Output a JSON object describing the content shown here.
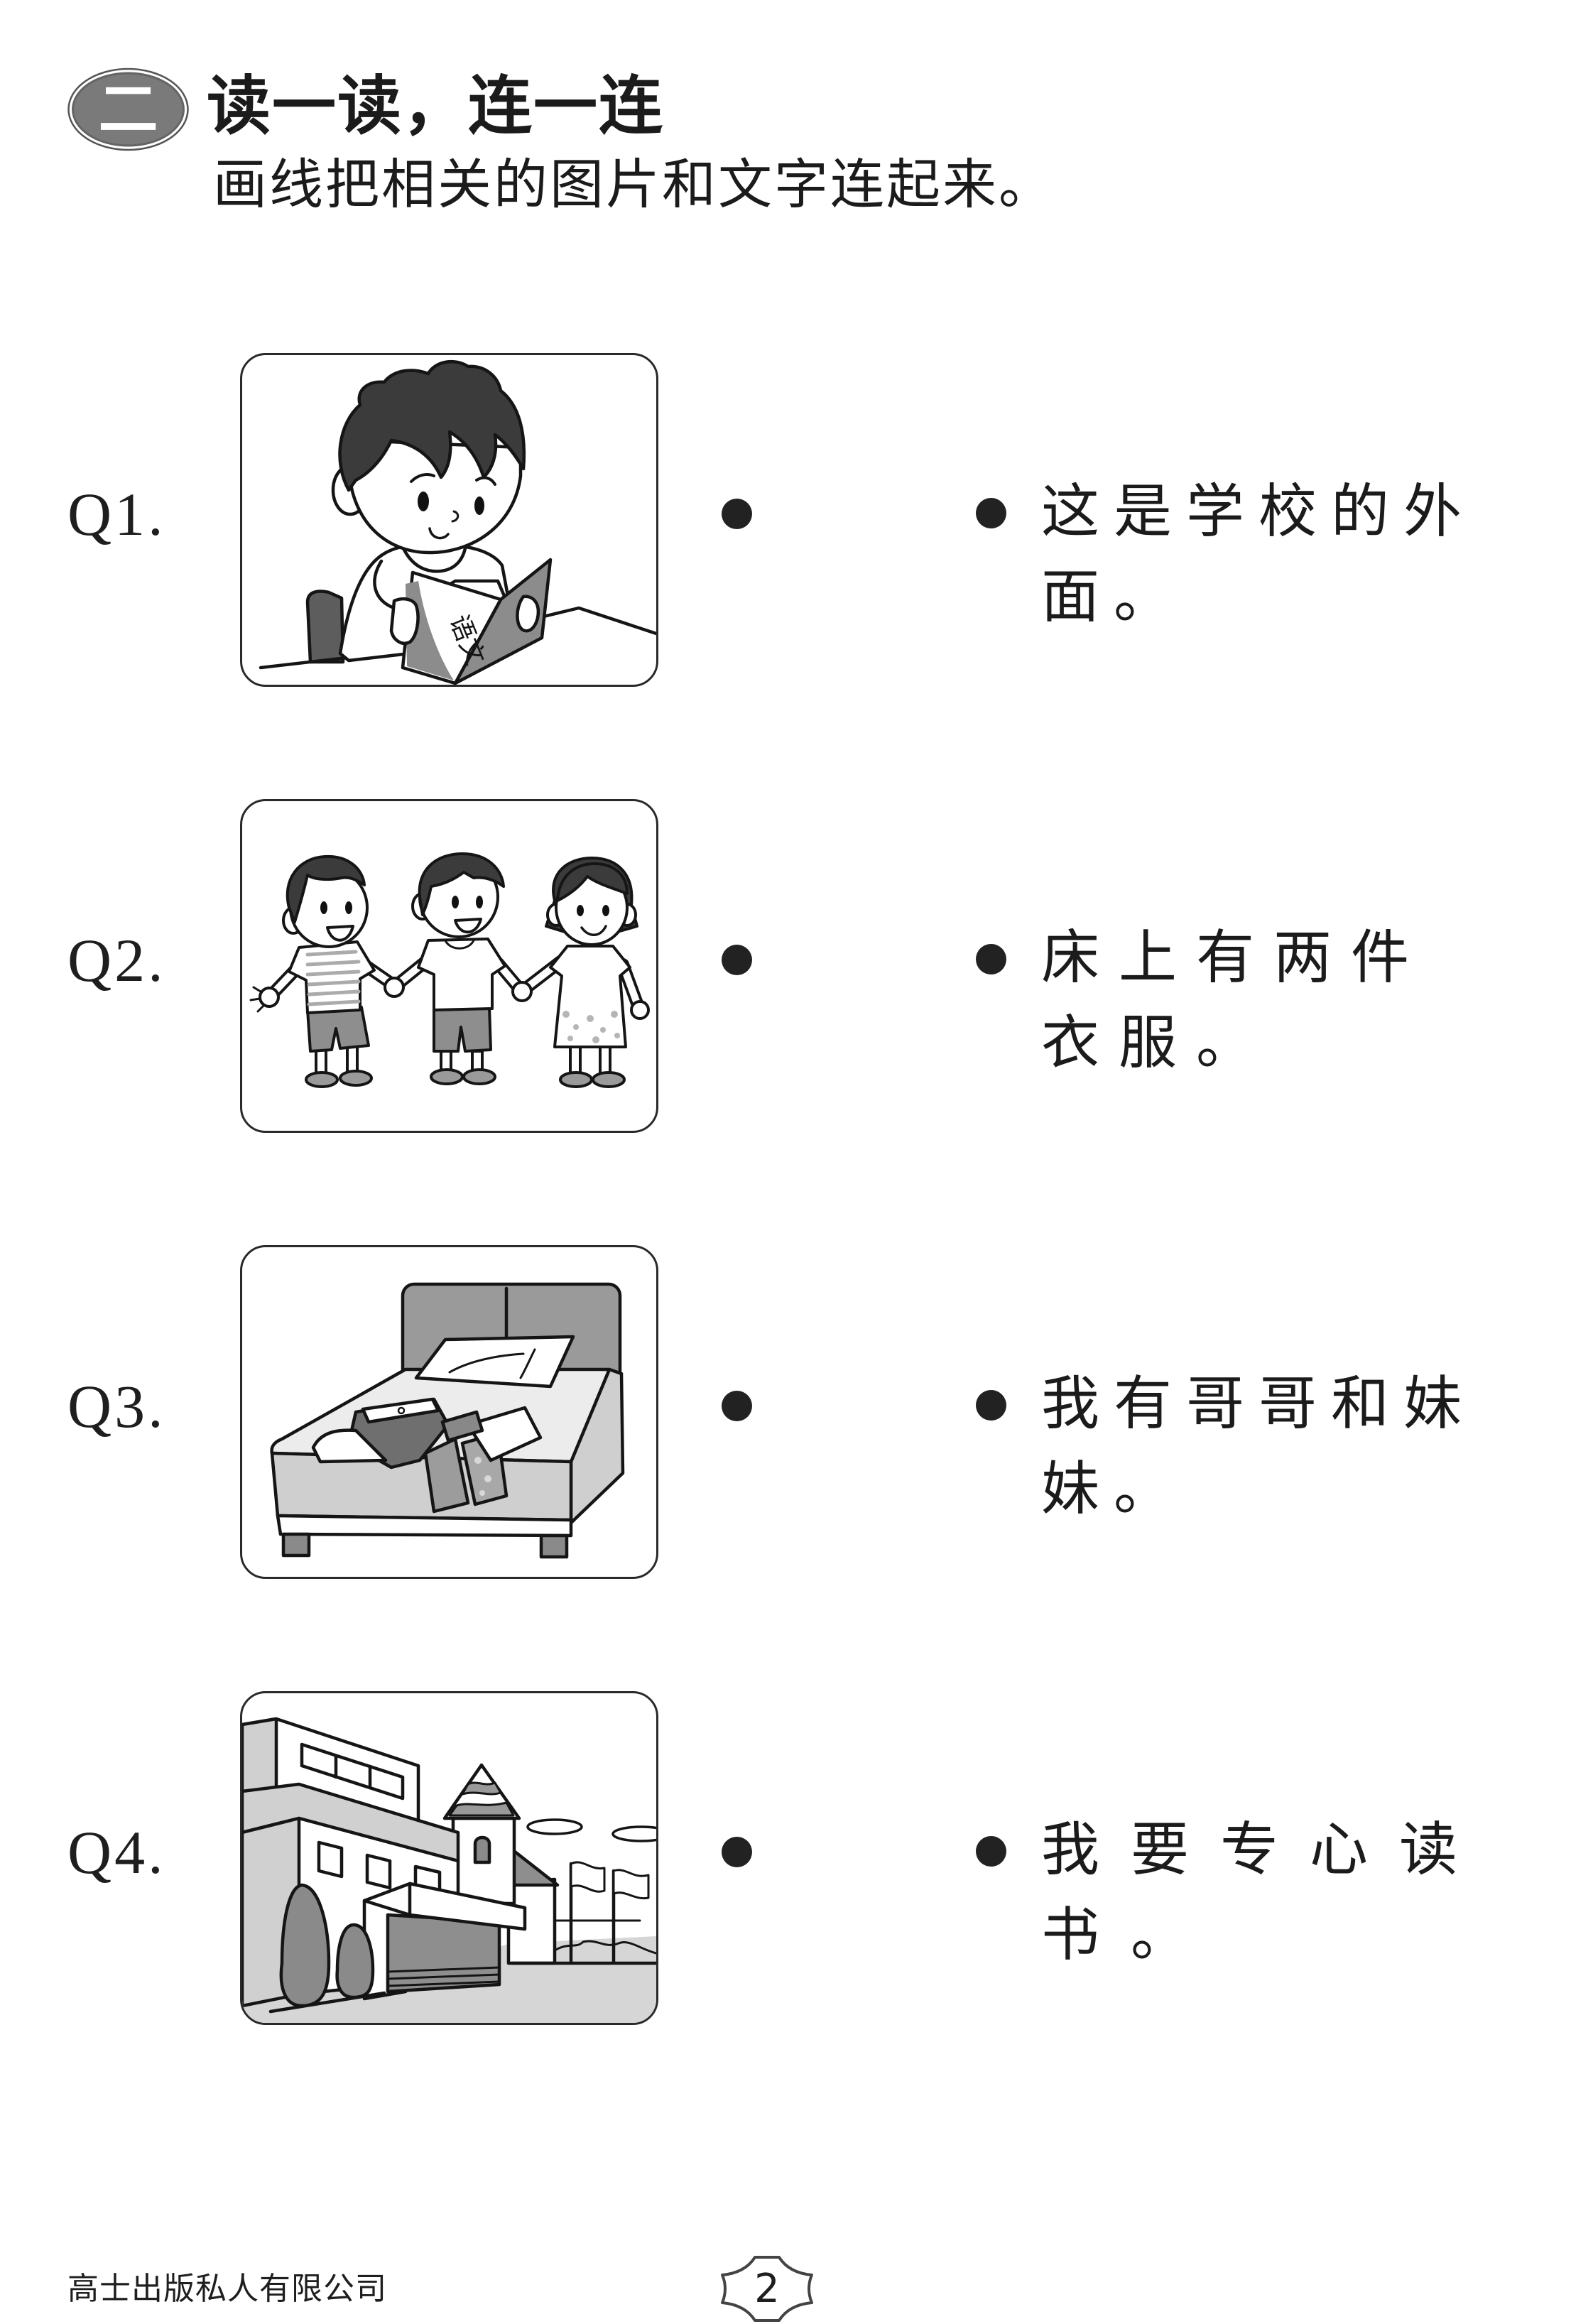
{
  "section": {
    "badge_number": "二",
    "title": "读一读，连一连",
    "instruction": "画线把相关的图片和文字连起来。"
  },
  "questions": [
    {
      "label": "Q1.",
      "illustration": "boy-reading-book-illustration",
      "book_text": "语文"
    },
    {
      "label": "Q2.",
      "illustration": "three-children-holding-hands-illustration"
    },
    {
      "label": "Q3.",
      "illustration": "bed-with-clothes-illustration"
    },
    {
      "label": "Q4.",
      "illustration": "school-building-illustration"
    }
  ],
  "answers": [
    {
      "lines": [
        "这是学校的外",
        "面。"
      ]
    },
    {
      "lines": [
        "床上有两件",
        "衣服。"
      ]
    },
    {
      "lines": [
        "我有哥哥和妹",
        "妹。"
      ]
    },
    {
      "lines": [
        "我要专心读",
        "书。"
      ]
    }
  ],
  "footer": {
    "publisher": "高士出版私人有限公司",
    "page_number": "2"
  },
  "colors": {
    "text": "#1e1e1e",
    "badge_fill": "#7a7a7a",
    "badge_ring": "#555555",
    "frame_border": "#2a2a2a",
    "dot": "#222222",
    "illustration_dark": "#3b3b3b",
    "illustration_mid": "#8c8c8c",
    "illustration_light": "#d0d0d0"
  }
}
